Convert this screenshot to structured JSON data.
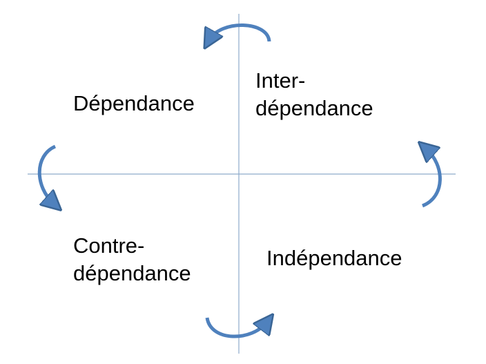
{
  "quadrants": {
    "top_left": {
      "lines": [
        "Dépendance"
      ]
    },
    "top_right": {
      "lines": [
        "Inter-",
        "dépendance"
      ]
    },
    "bottom_left": {
      "lines": [
        "Contre-",
        "dépendance"
      ]
    },
    "bottom_right": {
      "lines": [
        "Indépendance"
      ]
    }
  },
  "colors": {
    "axis": "#8eaacb",
    "arrow_fill": "#4f81bd",
    "arrow_stroke": "#3a6595",
    "text": "#000000"
  },
  "icons": [
    "curved-arrow-icon"
  ]
}
